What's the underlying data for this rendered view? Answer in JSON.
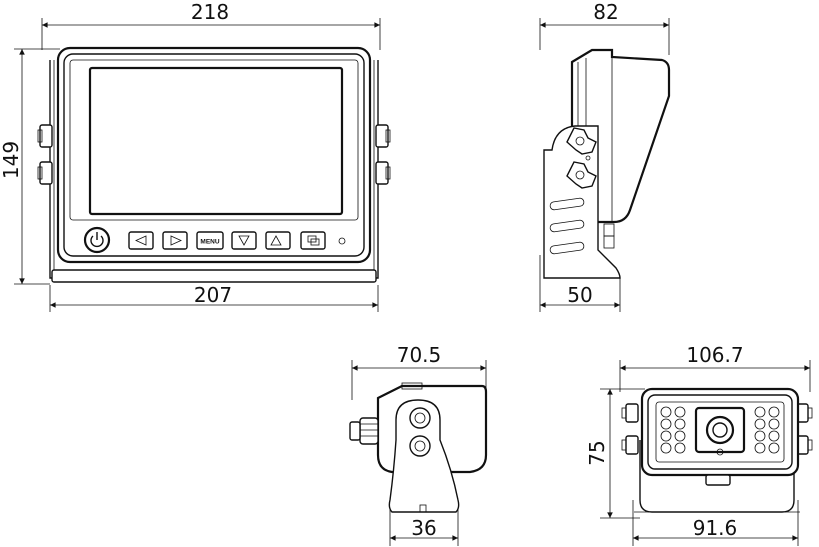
{
  "dimensions": {
    "monitor_front_width_top": "218",
    "monitor_front_height": "149",
    "monitor_front_width_bottom": "207",
    "monitor_side_depth_top": "82",
    "monitor_side_depth_bottom": "50",
    "camera_side_width_top": "70.5",
    "camera_side_width_bottom": "36",
    "camera_front_width_top": "106.7",
    "camera_front_height": "75",
    "camera_front_width_bottom": "91.6"
  },
  "buttons": {
    "menu_label": "MENU"
  },
  "icons": [
    "power-icon",
    "arrow-left-icon",
    "arrow-right-icon",
    "arrow-down-icon",
    "arrow-up-icon",
    "source-icon"
  ]
}
